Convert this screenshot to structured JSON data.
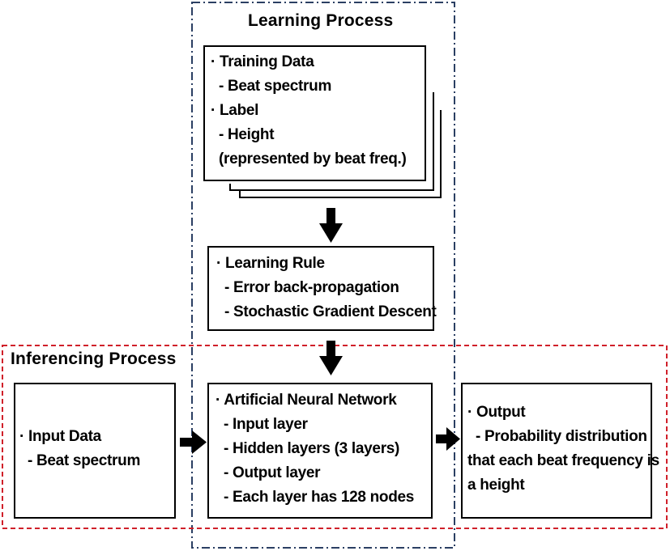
{
  "learning": {
    "title": "Learning Process",
    "training_box": [
      "· Training Data",
      "  - Beat spectrum",
      "· Label",
      "  - Height",
      "  (represented by beat freq.)"
    ],
    "rule_box": [
      "· Learning Rule",
      "  - Error back-propagation",
      "  - Stochastic Gradient Descent"
    ]
  },
  "inferencing": {
    "title": "Inferencing Process",
    "input_box": [
      "· Input Data",
      "  - Beat spectrum"
    ],
    "ann_box": [
      "· Artificial Neural Network",
      "  - Input layer",
      "  - Hidden layers (3 layers)",
      "  - Output layer",
      "  - Each layer has 128 nodes"
    ],
    "output_box": [
      "· Output",
      "  - Probability distribution",
      "that each beat frequency is",
      "a height"
    ]
  },
  "colors": {
    "learning_border": "#2b3f63",
    "inferencing_border": "#d0202a"
  }
}
